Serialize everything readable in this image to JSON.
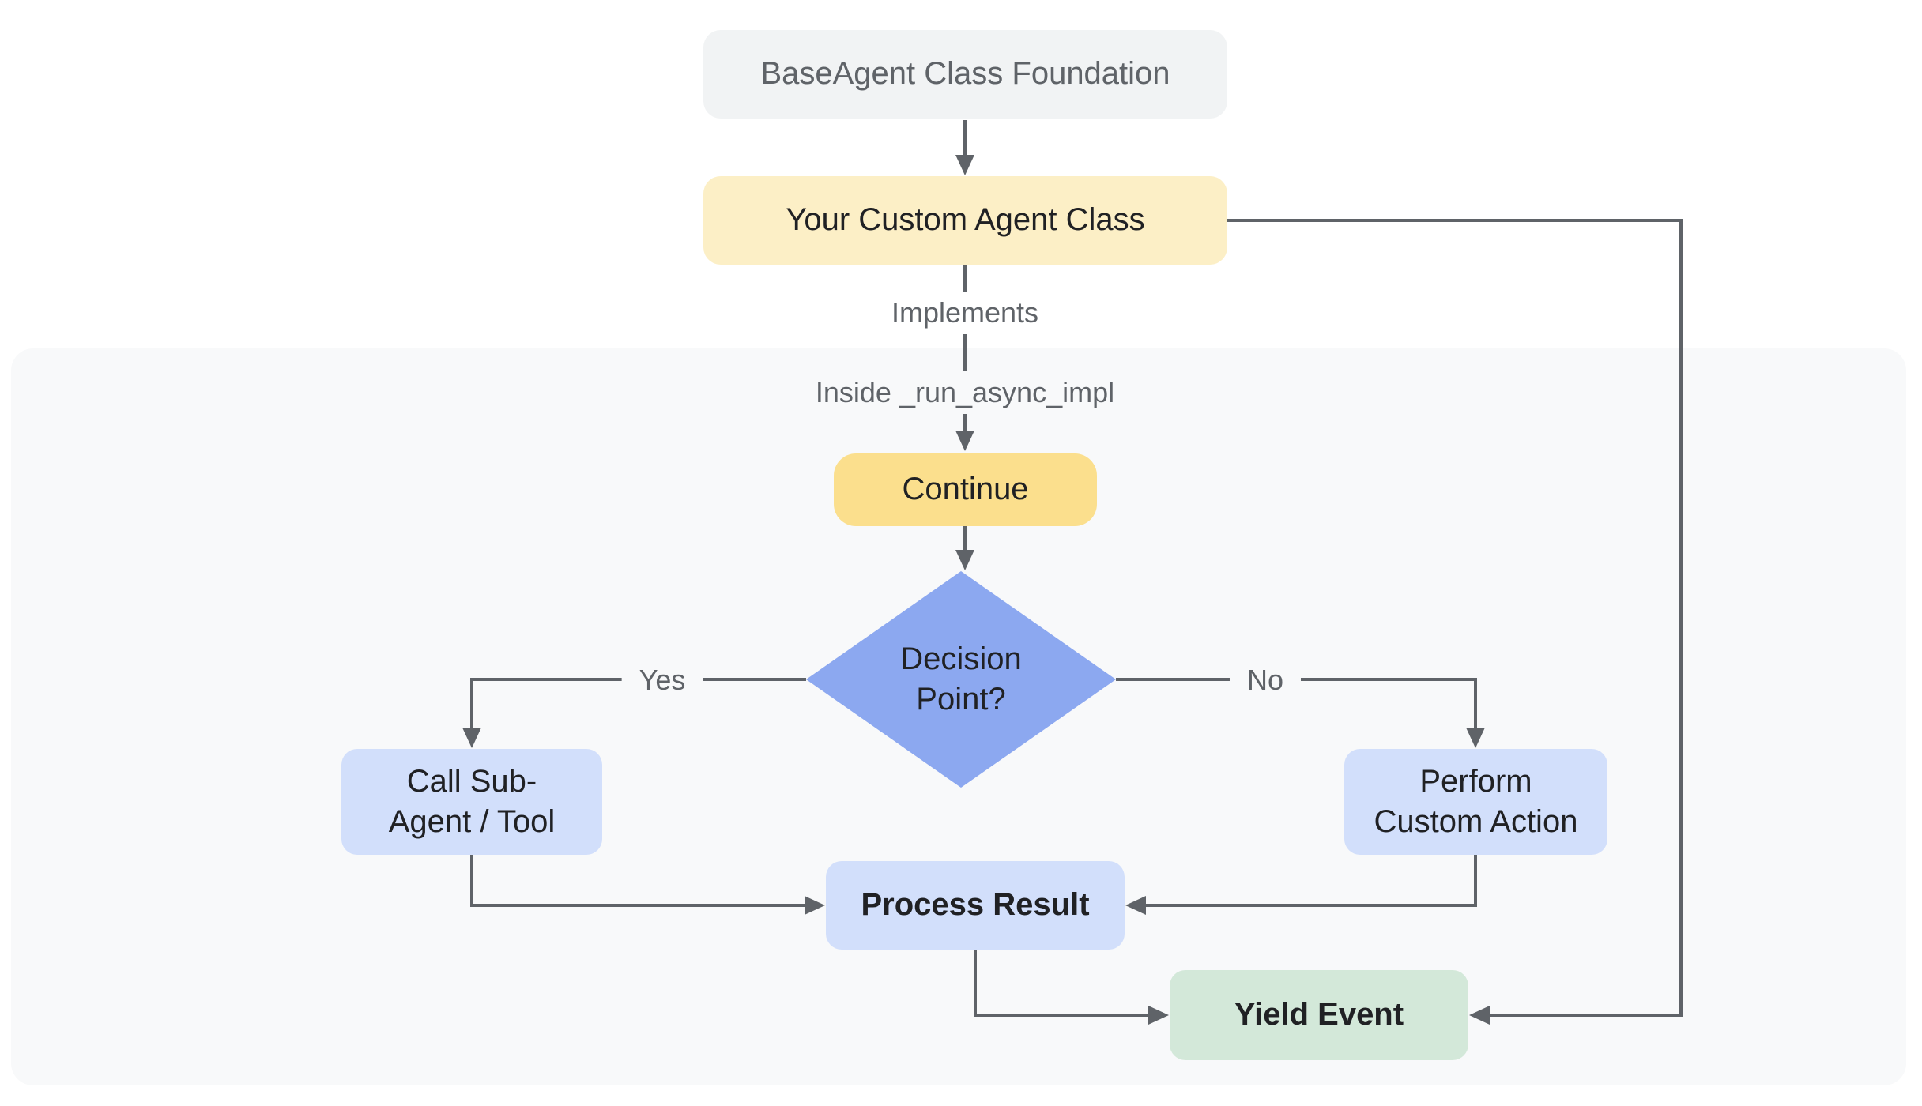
{
  "diagram": {
    "title": "BaseAgent custom agent flowchart",
    "nodes": {
      "base_agent": {
        "label": "BaseAgent Class Foundation"
      },
      "custom_agent": {
        "label": "Your Custom Agent Class"
      },
      "continue_step": {
        "label": "Continue"
      },
      "decision": {
        "lines": [
          "Decision",
          "Point?"
        ]
      },
      "call_sub_agent": {
        "lines": [
          "Call Sub-",
          "Agent / Tool"
        ]
      },
      "perform_custom_action": {
        "lines": [
          "Perform",
          "Custom Action"
        ]
      },
      "process_result": {
        "label": "Process Result"
      },
      "yield_event": {
        "label": "Yield Event"
      }
    },
    "edge_labels": {
      "implements": "Implements",
      "inside_impl": "Inside _run_async_impl",
      "yes": "Yes",
      "no": "No"
    },
    "colors": {
      "page_bg": "#FFFFFF",
      "container_bg": "#F8F9FA",
      "node_gray": "#F1F3F4",
      "node_cream": "#FCEFC6",
      "node_yellow": "#FBDF8D",
      "node_blue": "#8CA8F0",
      "node_lavender": "#D2DFFB",
      "node_green": "#D3E8D9",
      "edge": "#5F6368",
      "text_dark": "#202124",
      "text_gray": "#5F6368"
    }
  }
}
